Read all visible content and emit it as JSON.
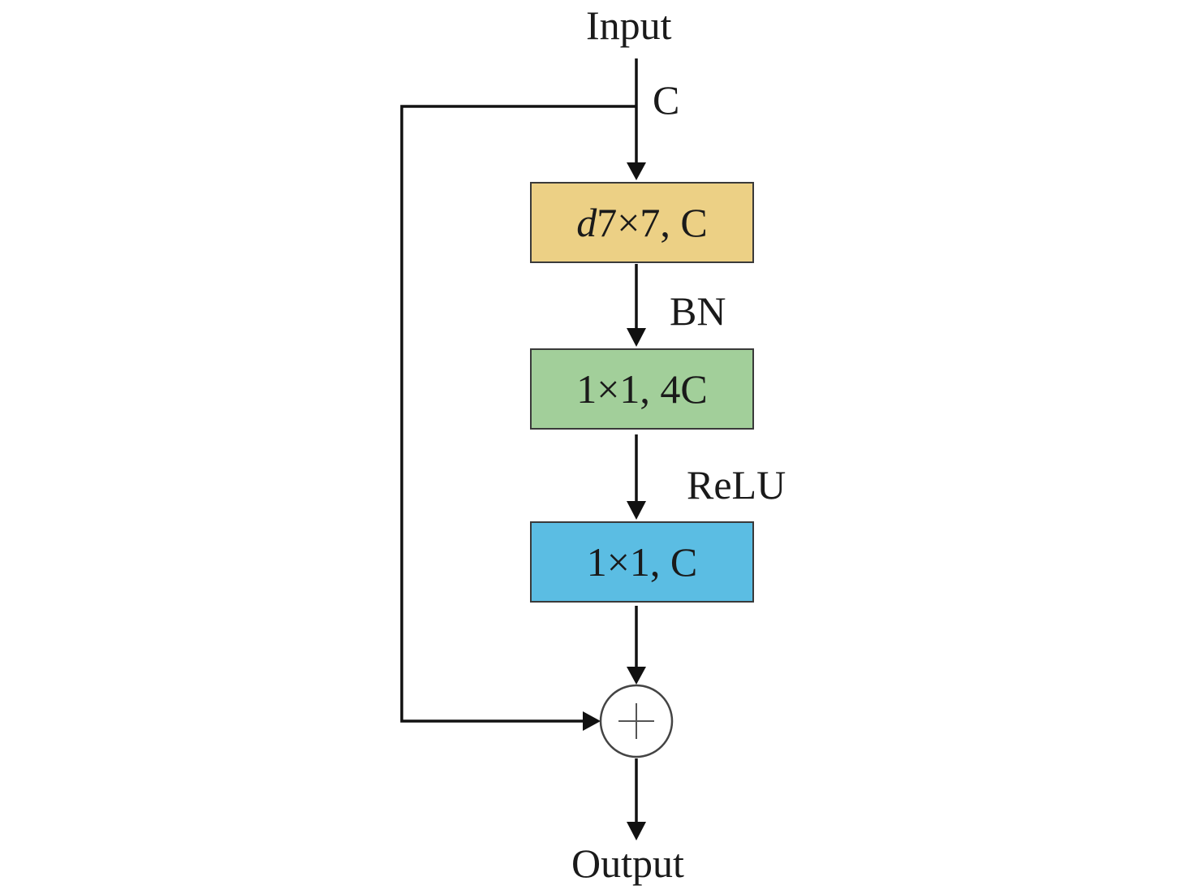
{
  "colors": {
    "line": "#111111",
    "block1_fill": "#ecd085",
    "block2_fill": "#a2cf9a",
    "block3_fill": "#5bbde3",
    "adder_stroke": "#444444"
  },
  "labels": {
    "input": "Input",
    "channel": "C",
    "bn": "BN",
    "relu": "ReLU",
    "output": "Output"
  },
  "blocks": [
    {
      "prefix": "d",
      "text": "7×7, C"
    },
    {
      "text": "1×1, 4C"
    },
    {
      "text": "1×1, C"
    }
  ],
  "adder": {
    "symbol": "plus-icon"
  }
}
